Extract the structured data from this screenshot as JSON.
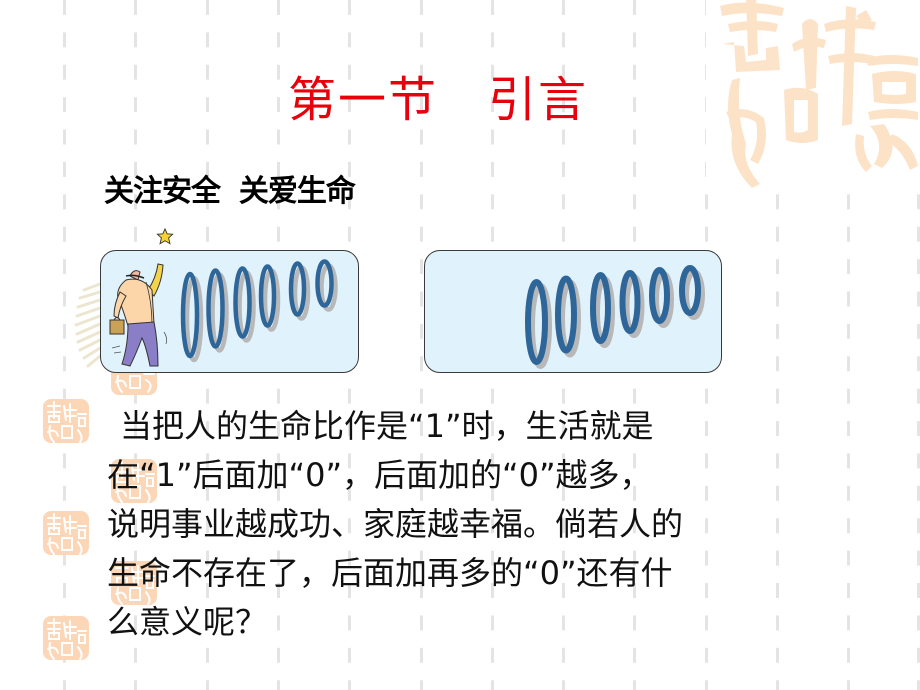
{
  "slide": {
    "title": "第一节　引言",
    "subtitle": "关注安全  关爱生命",
    "watermark_text": "吉祥如意",
    "colors": {
      "title": "#e8000b",
      "body_text": "#111111",
      "grid_dash": "#e4e4e4",
      "watermark": "#fce3c8",
      "box_fill": "#e0f2fc",
      "box_border": "#3a3a3a",
      "zero_stroke": "#2e6699",
      "zero_shadow": "#b8b8b8"
    },
    "illustrations": {
      "left_box": {
        "figure": "man-reaching-for-star",
        "zeros": [
          "0",
          "0",
          "0",
          "0",
          "0",
          "0"
        ]
      },
      "right_box": {
        "figure": "none",
        "zeros": [
          "0",
          "0",
          "0",
          "0",
          "0",
          "0"
        ]
      }
    },
    "body": {
      "bullet_icon": "seal-stamp-icon",
      "lines": [
        "当把人的生命比作是“1”时，生活就是",
        "在“1”后面加“0”，后面加的“0”越多，",
        "说明事业越成功、家庭越幸福。倘若人的",
        "生命不存在了，后面加再多的“0”还有什",
        "么意义呢？"
      ]
    }
  }
}
